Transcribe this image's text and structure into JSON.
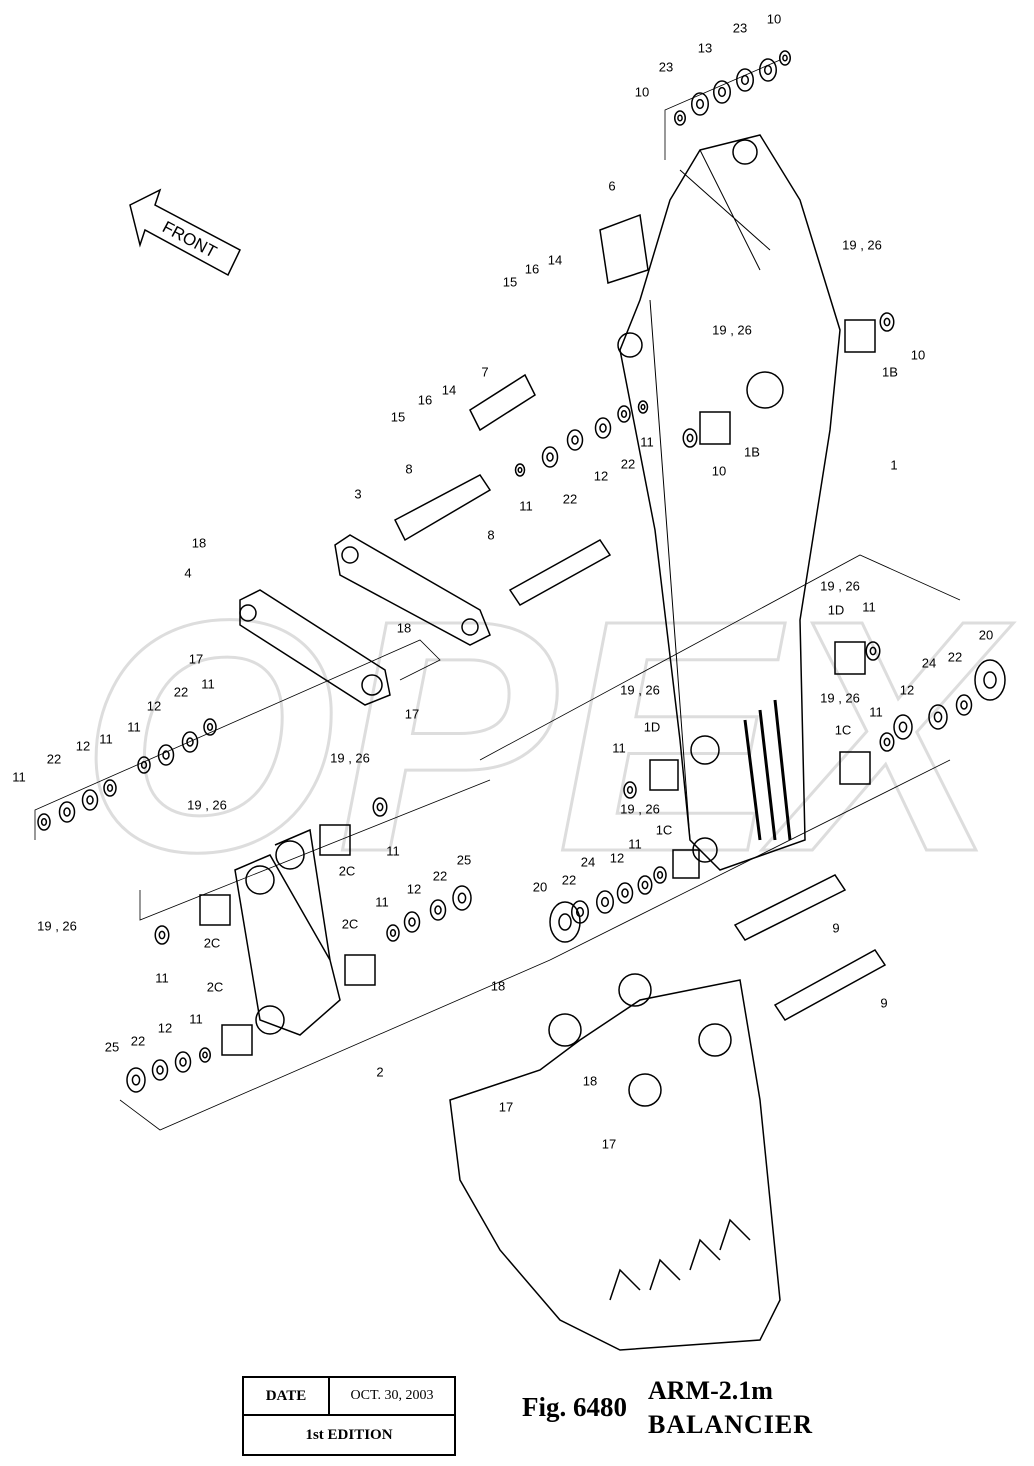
{
  "figure": {
    "front_label": "FRONT",
    "date_label": "DATE",
    "date_value": "OCT. 30, 2003",
    "edition": "1st EDITION",
    "fig_number": "Fig. 6480",
    "title_line1": "ARM-2.1m",
    "title_line2": "BALANCIER",
    "watermark": "OPEX"
  },
  "callouts": [
    "23",
    "10",
    "13",
    "23",
    "10",
    "6",
    "19 , 26",
    "16",
    "14",
    "15",
    "10",
    "1B",
    "19 , 26",
    "7",
    "16",
    "14",
    "15",
    "11",
    "22",
    "12",
    "1B",
    "10",
    "1",
    "8",
    "11",
    "22",
    "3",
    "8",
    "18",
    "4",
    "18",
    "19 , 26",
    "1D",
    "11",
    "20",
    "17",
    "17",
    "24",
    "22",
    "12",
    "19 , 26",
    "19 , 26",
    "1C",
    "11",
    "22",
    "12",
    "11",
    "11",
    "22",
    "12",
    "11",
    "11",
    "19 , 26",
    "19 , 26",
    "1D",
    "11",
    "19 , 26",
    "11",
    "2C",
    "11",
    "12",
    "24",
    "1C",
    "22",
    "20",
    "25",
    "22",
    "12",
    "11",
    "9",
    "19 , 26",
    "2C",
    "2C",
    "11",
    "2C",
    "9",
    "18",
    "12",
    "11",
    "22",
    "25",
    "2",
    "18",
    "17",
    "17"
  ]
}
